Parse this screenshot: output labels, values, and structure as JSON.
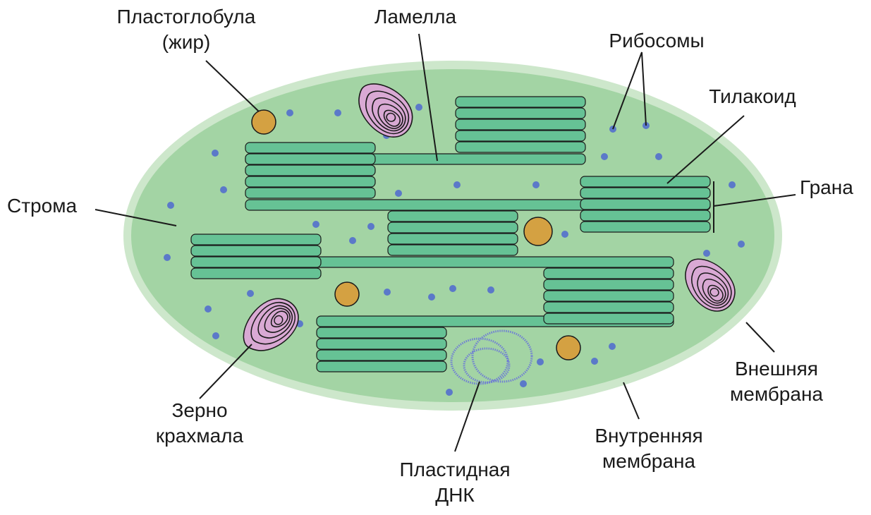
{
  "labels": {
    "plastoglobule": [
      "Пластоглобула",
      "(жир)"
    ],
    "lamella": "Ламелла",
    "ribosomes": "Рибосомы",
    "thylakoid": "Тилакоид",
    "granum": "Грана",
    "stroma": "Строма",
    "outer_membrane": [
      "Внешняя",
      "мембрана"
    ],
    "inner_membrane": [
      "Внутренняя",
      "мембрана"
    ],
    "plastid_dna": [
      "Пластидная",
      "ДНК"
    ],
    "starch_grain": [
      "Зерно",
      "крахмала"
    ]
  },
  "colors": {
    "outer_membrane": "#cde7cb",
    "stroma": "#a3d4a4",
    "thylakoid": "#66c295",
    "ribosome": "#5b79c9",
    "plastoglobule": "#d4a142",
    "starch": "#d9a9d4",
    "dna": "#6f7ed4",
    "outline": "#1a1a1a"
  }
}
